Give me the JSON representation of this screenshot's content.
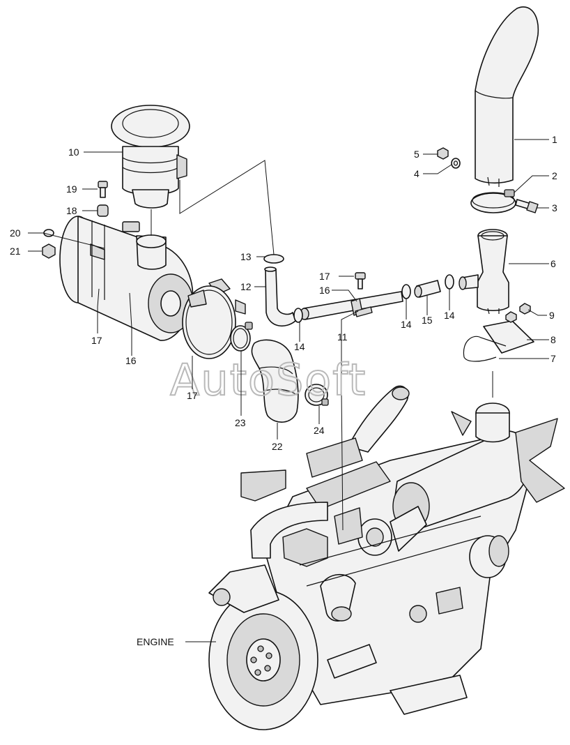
{
  "watermark": "AutoSoft",
  "labels": {
    "c1": "1",
    "c2": "2",
    "c3": "3",
    "c4": "4",
    "c5": "5",
    "c6": "6",
    "c7": "7",
    "c8": "8",
    "c9": "9",
    "c10": "10",
    "c11": "11",
    "c12": "12",
    "c13": "13",
    "c14a": "14",
    "c14b": "14",
    "c14c": "14",
    "c15": "15",
    "c16a": "16",
    "c16b": "16",
    "c17a": "17",
    "c17b": "17",
    "c17c": "17",
    "c18": "18",
    "c19": "19",
    "c20": "20",
    "c21": "21",
    "c22": "22",
    "c23": "23",
    "c24": "24",
    "engine": "ENGINE"
  }
}
